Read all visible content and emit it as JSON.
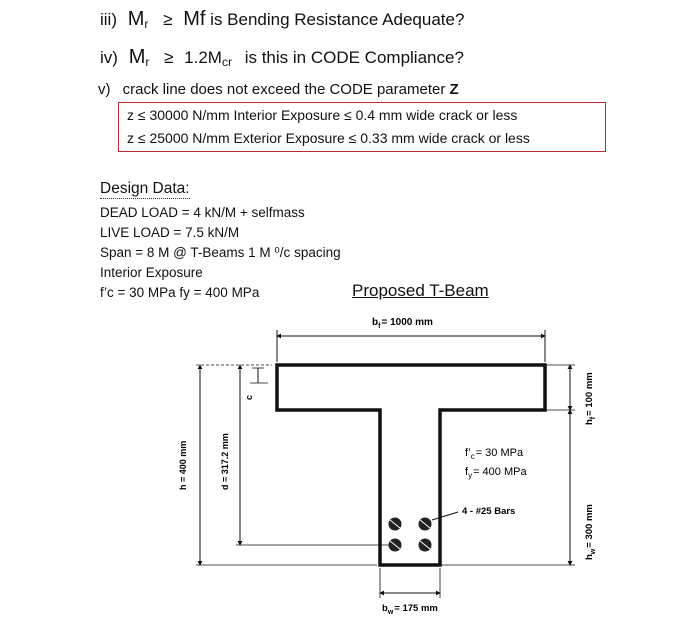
{
  "questions": {
    "q1": {
      "num": "iii)",
      "mr": "M",
      "mr_sub": "r",
      "rel": "≥",
      "mf": "Mf",
      "text": "is Bending Resistance Adequate?"
    },
    "q2": {
      "num": "iv)",
      "mr": "M",
      "mr_sub": "r",
      "rel": "≥",
      "coef": "1.2M",
      "coef_sub": "cr",
      "text": "is this in CODE Compliance?"
    },
    "q3": {
      "num": "v)",
      "text": "crack line does not exceed the CODE parameter",
      "param": "Z"
    }
  },
  "code_limits": {
    "line1": "z ≤ 30000 N/mm  Interior Exposure ≤ 0.4 mm wide crack or less",
    "line2": "z ≤ 25000 N/mm  Exterior Exposure ≤ 0.33 mm wide crack or less"
  },
  "design_data": {
    "title": "Design Data:",
    "lines": [
      "DEAD LOAD = 4 kN/M + selfmass",
      "LIVE LOAD = 7.5 kN/M",
      "Span = 8 M @ T-Beams 1 M ⁰/c spacing",
      "Interior Exposure",
      "f’c = 30 MPa  fy = 400 MPa"
    ]
  },
  "tbeam": {
    "title": "Proposed T-Beam",
    "bf": "b",
    "bf_sub": "f",
    "bf_val": "= 1000 mm",
    "h": "h = 400 mm",
    "d": "d = 317.2 mm",
    "c": "c",
    "hf": "h",
    "hf_sub": "f",
    "hf_val": "= 100 mm",
    "hw": "h",
    "hw_sub": "w",
    "hw_val": "= 300 mm",
    "fc": "f’",
    "fc_sub": "c",
    "fc_val": "= 30 MPa",
    "fy": "f",
    "fy_sub": "y",
    "fy_val": "= 400 MPa",
    "bars": "4 - #25 Bars",
    "bw": "b",
    "bw_sub": "w",
    "bw_val": "= 175 mm"
  },
  "colors": {
    "code_box_border": "#c0282d",
    "text": "#111111",
    "bar_fill": "#222222"
  }
}
